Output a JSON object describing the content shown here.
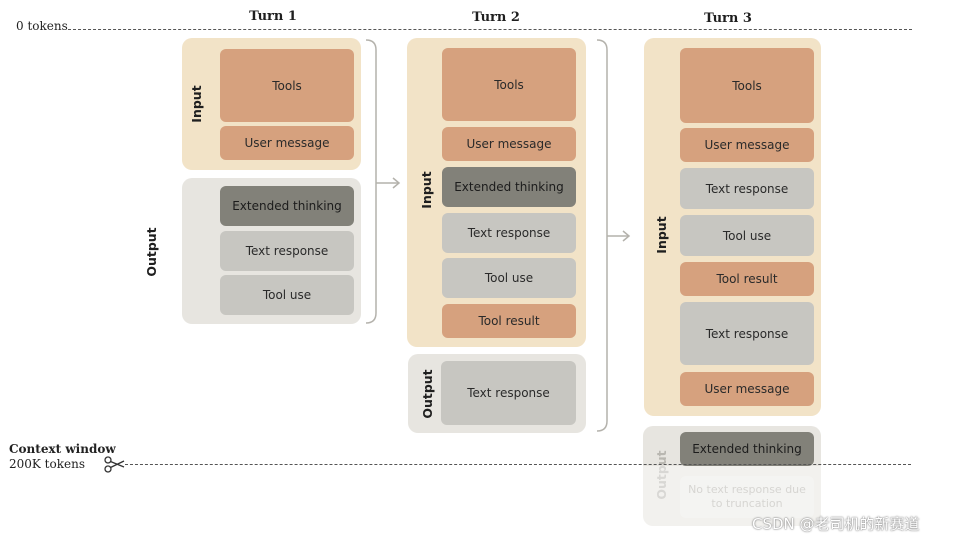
{
  "header": {
    "zero_tokens": "0 tokens",
    "turns": [
      "Turn 1",
      "Turn 2",
      "Turn 3"
    ]
  },
  "context": {
    "title": "Context window",
    "tokens": "200K tokens"
  },
  "labels": {
    "input": "Input",
    "output": "Output"
  },
  "turn1": {
    "input_blocks": [
      "Tools",
      "User message"
    ],
    "output_blocks": [
      "Extended thinking",
      "Text response",
      "Tool use"
    ]
  },
  "turn2": {
    "input_blocks": [
      "Tools",
      "User message",
      "Extended thinking",
      "Text response",
      "Tool use",
      "Tool result"
    ],
    "output_blocks": [
      "Text response"
    ]
  },
  "turn3": {
    "input_blocks": [
      "Tools",
      "User message",
      "Text response",
      "Tool use",
      "Tool result",
      "Text response",
      "User message"
    ],
    "output_blocks": [
      "Extended thinking",
      "No text response due to truncation"
    ]
  },
  "watermark": "CSDN @老司机的新赛道",
  "colors": {
    "input_panel": "#f2e3c7",
    "output_panel": "#e7e5e0",
    "orange_block": "#d6a17e",
    "gray_block": "#c7c6c1",
    "thinking_block": "#828179"
  }
}
